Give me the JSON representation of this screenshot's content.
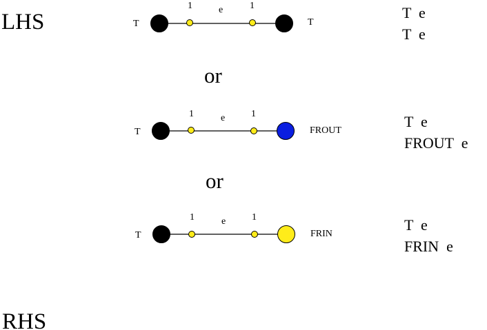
{
  "lhs_label": "LHS",
  "rhs_label": "RHS",
  "or_labels": [
    "or",
    "or"
  ],
  "rows": [
    {
      "left_node": {
        "label": "T",
        "color": "#000000"
      },
      "right_node": {
        "label": "T",
        "color": "#000000"
      },
      "port_left_label": "1",
      "edge_label": "e",
      "port_right_label": "1",
      "side_lines": [
        "T  e",
        "T  e"
      ]
    },
    {
      "left_node": {
        "label": "T",
        "color": "#000000"
      },
      "right_node": {
        "label": "FROUT",
        "color": "#0a1ee0"
      },
      "port_left_label": "1",
      "edge_label": "e",
      "port_right_label": "1",
      "side_lines": [
        "T  e",
        "FROUT  e"
      ]
    },
    {
      "left_node": {
        "label": "T",
        "color": "#000000"
      },
      "right_node": {
        "label": "FRIN",
        "color": "#ffec1a"
      },
      "port_left_label": "1",
      "edge_label": "e",
      "port_right_label": "1",
      "side_lines": [
        "T  e",
        "FRIN  e"
      ]
    }
  ],
  "port_color": "#ffec1a"
}
